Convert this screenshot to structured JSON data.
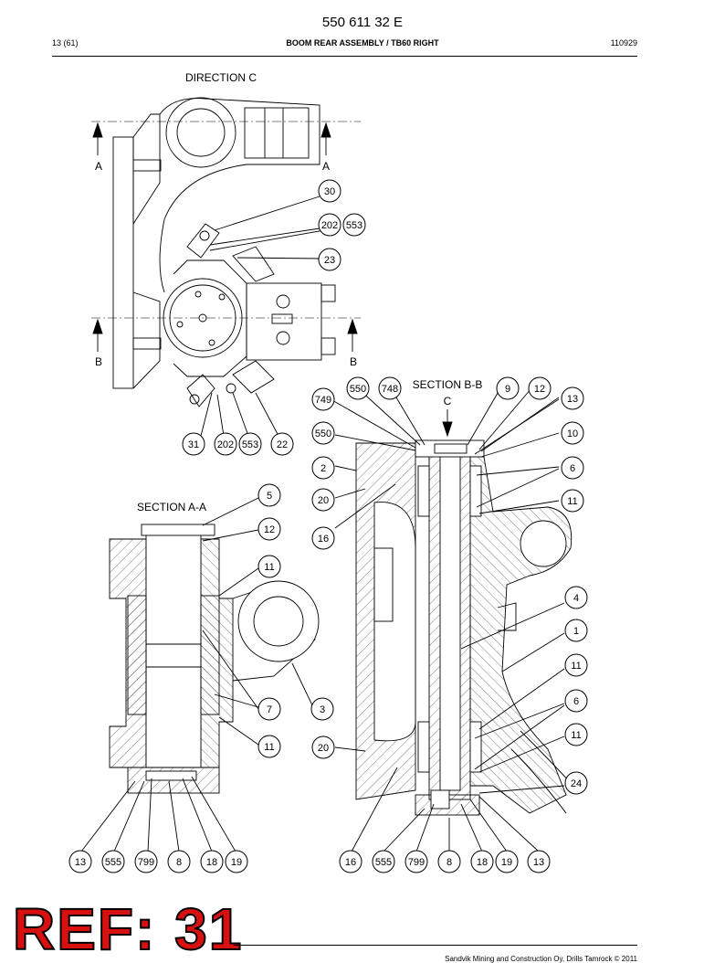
{
  "header": {
    "doc_number": "550 611 32 E",
    "page": "13 (61)",
    "title": "BOOM REAR ASSEMBLY / TB60 RIGHT",
    "date_code": "110929"
  },
  "views": {
    "direction_c": "DIRECTION C",
    "section_aa": "SECTION A-A",
    "section_bb": "SECTION B-B",
    "cut_a": "A",
    "cut_b": "B",
    "cut_c": "C"
  },
  "balloons": {
    "b30": "30",
    "b202a": "202",
    "b553a": "553",
    "b23": "23",
    "b31": "31",
    "b202b": "202",
    "b553b": "553",
    "b22": "22",
    "b5": "5",
    "b12a": "12",
    "b11a": "11",
    "b7": "7",
    "b3": "3",
    "b11b": "11",
    "b13a": "13",
    "b555a": "555",
    "b799a": "799",
    "b8a": "8",
    "b18a": "18",
    "b19a": "19",
    "b749": "749",
    "b550a": "550",
    "b748": "748",
    "b9": "9",
    "b12b": "12",
    "b13b": "13",
    "b550b": "550",
    "b10": "10",
    "b2": "2",
    "b6a": "6",
    "b20a": "20",
    "b11c": "11",
    "b16a": "16",
    "b4": "4",
    "b1": "1",
    "b11d": "11",
    "b6b": "6",
    "b11e": "11",
    "b20b": "20",
    "b24": "24",
    "b16b": "16",
    "b555b": "555",
    "b799b": "799",
    "b8b": "8",
    "b18b": "18",
    "b19b": "19",
    "b13c": "13"
  },
  "stamp": "REF: 31",
  "footer": "Sandvik Mining and Construction Oy, Drills Tamrock © 2011"
}
